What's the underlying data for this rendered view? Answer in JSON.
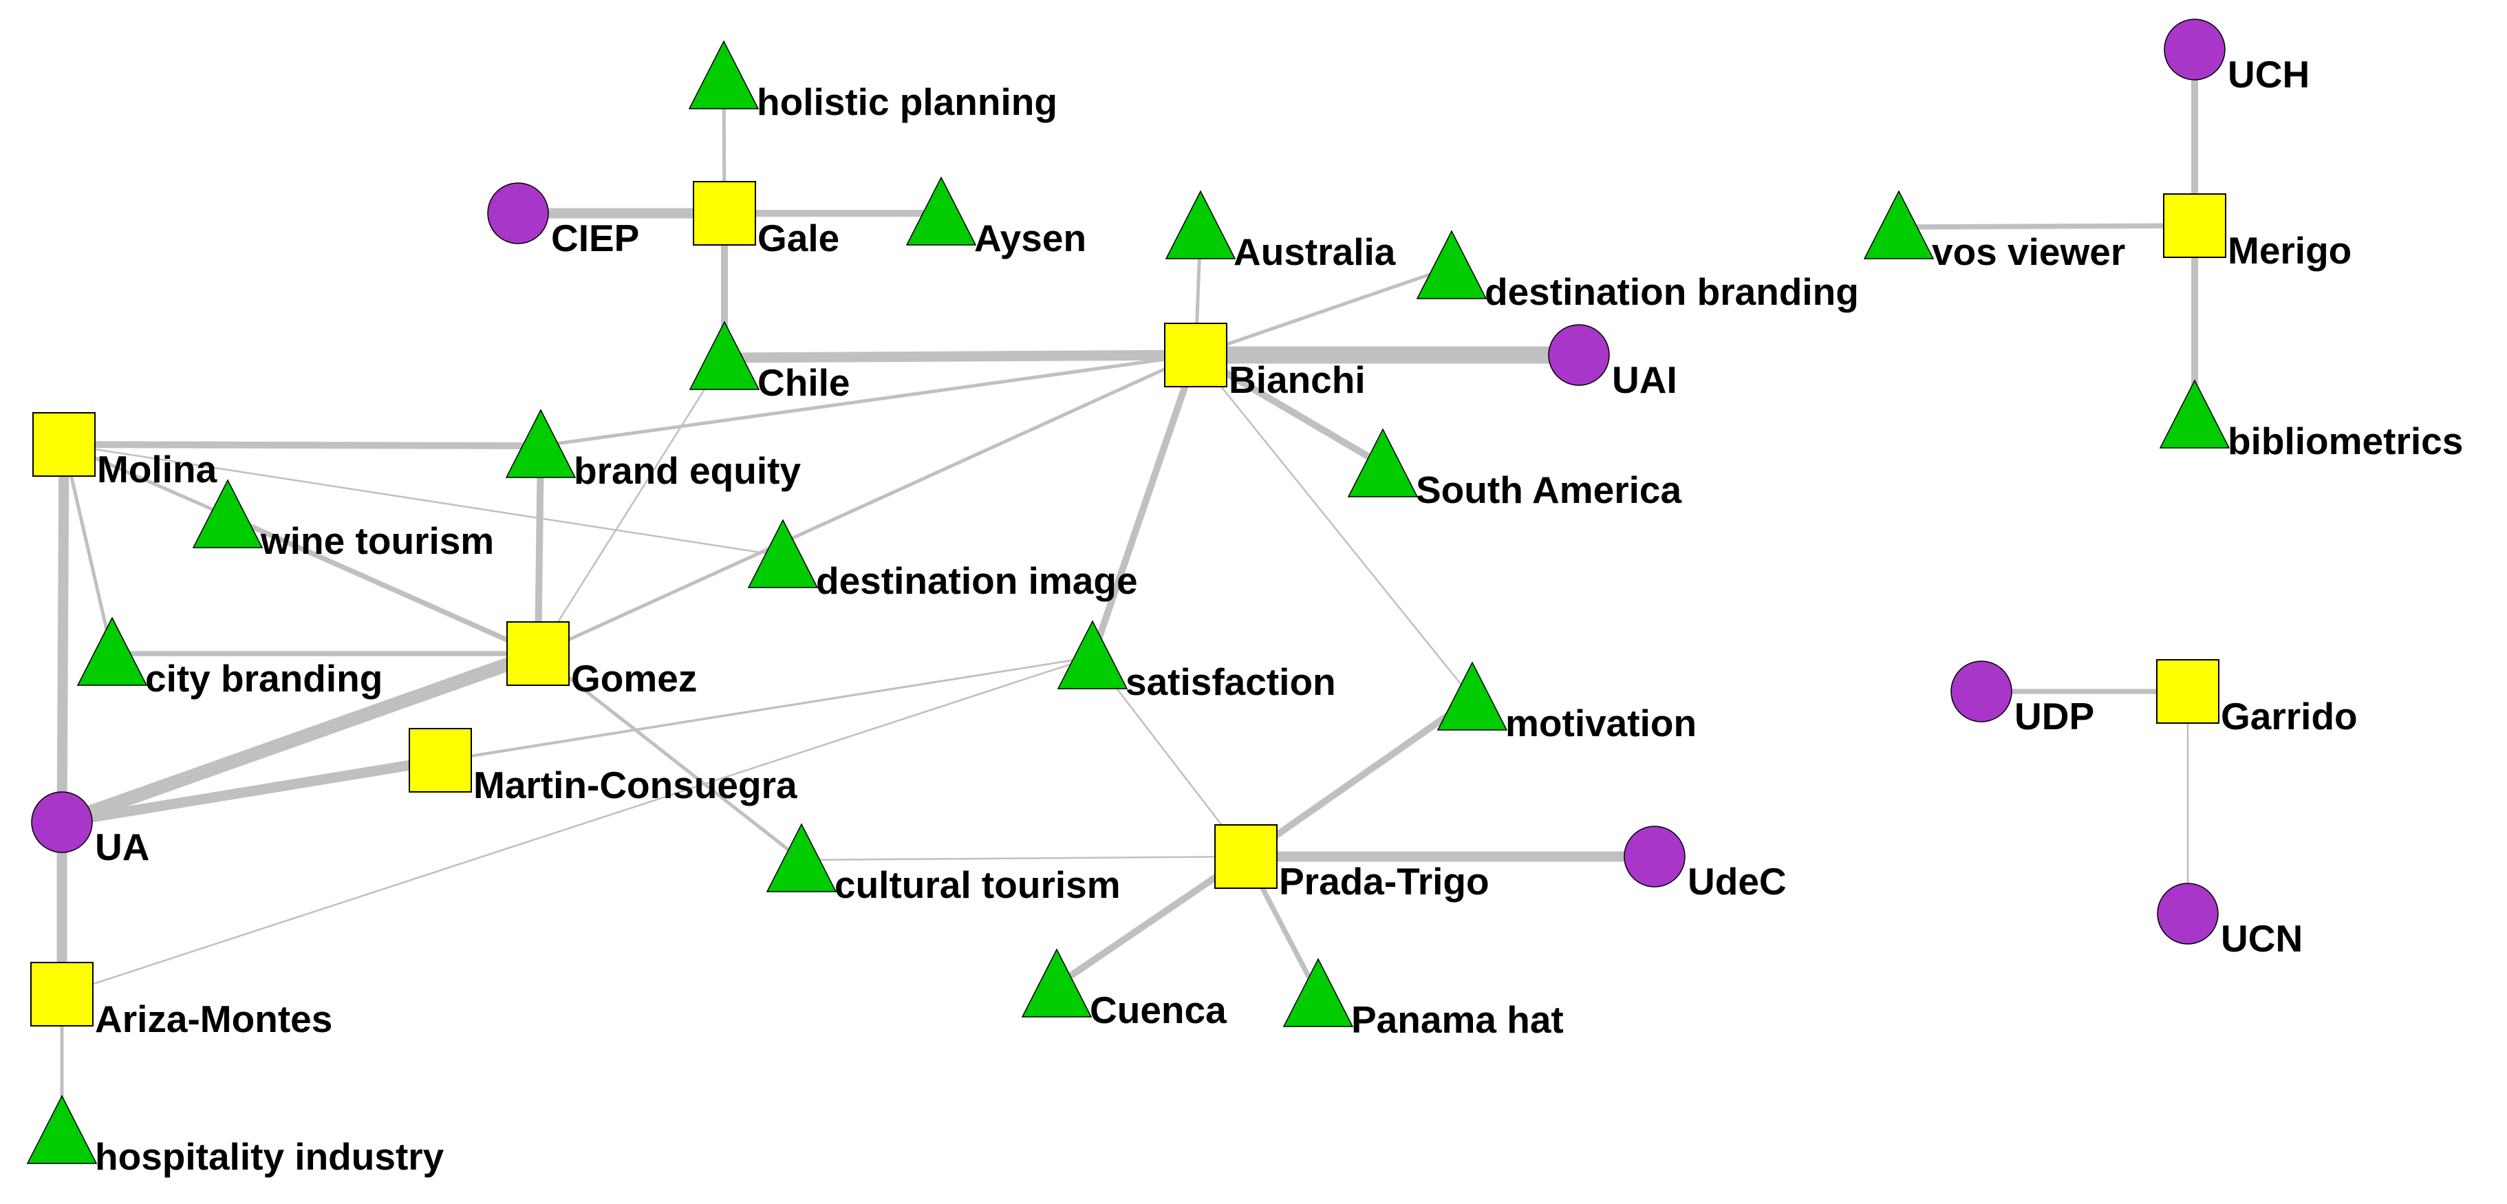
{
  "colors": {
    "author": "#ffff00",
    "institution": "#a836c8",
    "keyword": "#00cc00",
    "edge": "#c0c0c0",
    "outline": "#000000"
  },
  "nodes": [
    {
      "id": "holistic_planning",
      "label": "holistic planning",
      "kind": "keyword"
    },
    {
      "id": "gale",
      "label": "Gale",
      "kind": "author"
    },
    {
      "id": "ciep",
      "label": "CIEP",
      "kind": "institution"
    },
    {
      "id": "aysen",
      "label": "Aysen",
      "kind": "keyword"
    },
    {
      "id": "chile",
      "label": "Chile",
      "kind": "keyword"
    },
    {
      "id": "australia",
      "label": "Australia",
      "kind": "keyword"
    },
    {
      "id": "destination_branding",
      "label": "destination branding",
      "kind": "keyword"
    },
    {
      "id": "bianchi",
      "label": "Bianchi",
      "kind": "author"
    },
    {
      "id": "uai",
      "label": "UAI",
      "kind": "institution"
    },
    {
      "id": "south_america",
      "label": "South America",
      "kind": "keyword"
    },
    {
      "id": "molina",
      "label": "Molina",
      "kind": "author"
    },
    {
      "id": "brand_equity",
      "label": "brand equity",
      "kind": "keyword"
    },
    {
      "id": "wine_tourism",
      "label": "wine tourism",
      "kind": "keyword"
    },
    {
      "id": "destination_image",
      "label": "destination image",
      "kind": "keyword"
    },
    {
      "id": "city_branding",
      "label": "city branding",
      "kind": "keyword"
    },
    {
      "id": "gomez",
      "label": "Gomez",
      "kind": "author"
    },
    {
      "id": "satisfaction",
      "label": "satisfaction",
      "kind": "keyword"
    },
    {
      "id": "motivation",
      "label": "motivation",
      "kind": "keyword"
    },
    {
      "id": "martin_consuegra",
      "label": "Martin-Consuegra",
      "kind": "author"
    },
    {
      "id": "ua",
      "label": "UA",
      "kind": "institution"
    },
    {
      "id": "cultural_tourism",
      "label": "cultural tourism",
      "kind": "keyword"
    },
    {
      "id": "prada_trigo",
      "label": "Prada-Trigo",
      "kind": "author"
    },
    {
      "id": "udec",
      "label": "UdeC",
      "kind": "institution"
    },
    {
      "id": "ariza_montes",
      "label": "Ariza-Montes",
      "kind": "author"
    },
    {
      "id": "cuenca",
      "label": "Cuenca",
      "kind": "keyword"
    },
    {
      "id": "panama_hat",
      "label": "Panama hat",
      "kind": "keyword"
    },
    {
      "id": "hospitality_industry",
      "label": "hospitality industry",
      "kind": "keyword"
    },
    {
      "id": "uch",
      "label": "UCH",
      "kind": "institution"
    },
    {
      "id": "vos_viewer",
      "label": "vos viewer",
      "kind": "keyword"
    },
    {
      "id": "merigo",
      "label": "Merigo",
      "kind": "author"
    },
    {
      "id": "bibliometrics",
      "label": "bibliometrics",
      "kind": "keyword"
    },
    {
      "id": "udp",
      "label": "UDP",
      "kind": "institution"
    },
    {
      "id": "garrido",
      "label": "Garrido",
      "kind": "author"
    },
    {
      "id": "ucn",
      "label": "UCN",
      "kind": "institution"
    }
  ],
  "edges": [
    {
      "source": "gale",
      "target": "holistic_planning",
      "weight": 1
    },
    {
      "source": "gale",
      "target": "ciep",
      "weight": 3
    },
    {
      "source": "gale",
      "target": "aysen",
      "weight": 2
    },
    {
      "source": "gale",
      "target": "chile",
      "weight": 2
    },
    {
      "source": "bianchi",
      "target": "chile",
      "weight": 3
    },
    {
      "source": "bianchi",
      "target": "australia",
      "weight": 1
    },
    {
      "source": "bianchi",
      "target": "destination_branding",
      "weight": 1
    },
    {
      "source": "bianchi",
      "target": "uai",
      "weight": 5
    },
    {
      "source": "bianchi",
      "target": "south_america",
      "weight": 2
    },
    {
      "source": "bianchi",
      "target": "brand_equity",
      "weight": 1
    },
    {
      "source": "bianchi",
      "target": "gomez",
      "weight": 1
    },
    {
      "source": "bianchi",
      "target": "satisfaction",
      "weight": 2
    },
    {
      "source": "bianchi",
      "target": "motivation",
      "weight": 0.5
    },
    {
      "source": "molina",
      "target": "brand_equity",
      "weight": 2
    },
    {
      "source": "molina",
      "target": "wine_tourism",
      "weight": 1
    },
    {
      "source": "molina",
      "target": "destination_image",
      "weight": 0.5
    },
    {
      "source": "molina",
      "target": "city_branding",
      "weight": 1
    },
    {
      "source": "molina",
      "target": "ua",
      "weight": 3
    },
    {
      "source": "gomez",
      "target": "brand_equity",
      "weight": 2
    },
    {
      "source": "gomez",
      "target": "wine_tourism",
      "weight": 1.5
    },
    {
      "source": "gomez",
      "target": "city_branding",
      "weight": 1.5
    },
    {
      "source": "gomez",
      "target": "chile",
      "weight": 0.5
    },
    {
      "source": "gomez",
      "target": "ua",
      "weight": 4
    },
    {
      "source": "gomez",
      "target": "cultural_tourism",
      "weight": 1
    },
    {
      "source": "martin_consuegra",
      "target": "ua",
      "weight": 3
    },
    {
      "source": "martin_consuegra",
      "target": "satisfaction",
      "weight": 0.5
    },
    {
      "source": "ua",
      "target": "satisfaction",
      "weight": 0.5
    },
    {
      "source": "ua",
      "target": "ariza_montes",
      "weight": 3
    },
    {
      "source": "ariza_montes",
      "target": "hospitality_industry",
      "weight": 1
    },
    {
      "source": "ariza_montes",
      "target": "satisfaction",
      "weight": 0.5
    },
    {
      "source": "prada_trigo",
      "target": "cultural_tourism",
      "weight": 0.5
    },
    {
      "source": "prada_trigo",
      "target": "satisfaction",
      "weight": 0.5
    },
    {
      "source": "prada_trigo",
      "target": "motivation",
      "weight": 2
    },
    {
      "source": "prada_trigo",
      "target": "udec",
      "weight": 3
    },
    {
      "source": "prada_trigo",
      "target": "cuenca",
      "weight": 2
    },
    {
      "source": "prada_trigo",
      "target": "panama_hat",
      "weight": 1.5
    },
    {
      "source": "merigo",
      "target": "uch",
      "weight": 2
    },
    {
      "source": "merigo",
      "target": "vos_viewer",
      "weight": 1.5
    },
    {
      "source": "merigo",
      "target": "bibliometrics",
      "weight": 2
    },
    {
      "source": "garrido",
      "target": "udp",
      "weight": 1.5
    },
    {
      "source": "garrido",
      "target": "ucn",
      "weight": 0.5
    }
  ]
}
